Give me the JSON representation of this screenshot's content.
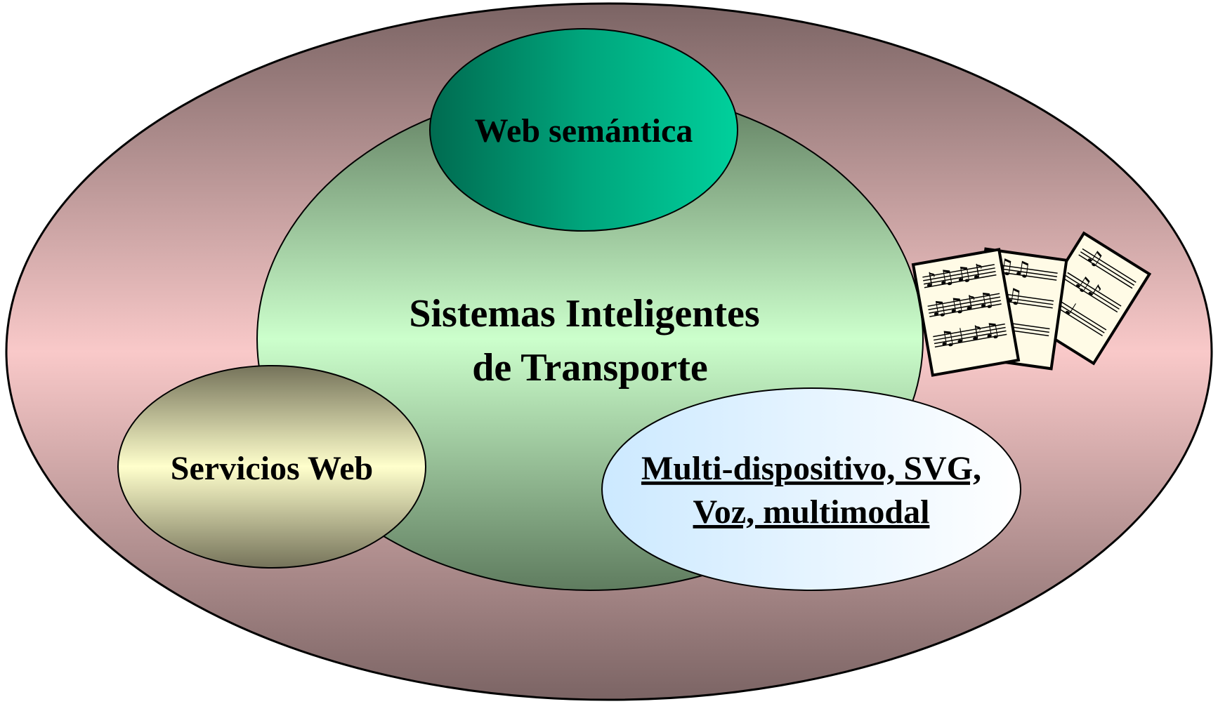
{
  "diagram": {
    "outer": {
      "fill_top": "#7b6464",
      "fill_middle": "#f9c9c9"
    },
    "center": {
      "lines": [
        "Sistemas Inteligentes",
        "de Transporte"
      ],
      "fill_light": "#ccffcc",
      "fill_dark": "#5f7c5f"
    },
    "top": {
      "label": "Web semántica",
      "fill_light": "#00cc99",
      "fill_dark": "#006b50"
    },
    "left": {
      "label": "Servicios Web",
      "fill_light": "#ffffcc",
      "fill_dark": "#75735a"
    },
    "right": {
      "lines": [
        "Multi-dispositivo, SVG,",
        "Voz, multimodal"
      ],
      "underlined": true,
      "fill_light": "#cce9ff",
      "fill_dark": "#ffffff"
    },
    "clipart": {
      "icon": "sheet-music-icon"
    }
  }
}
